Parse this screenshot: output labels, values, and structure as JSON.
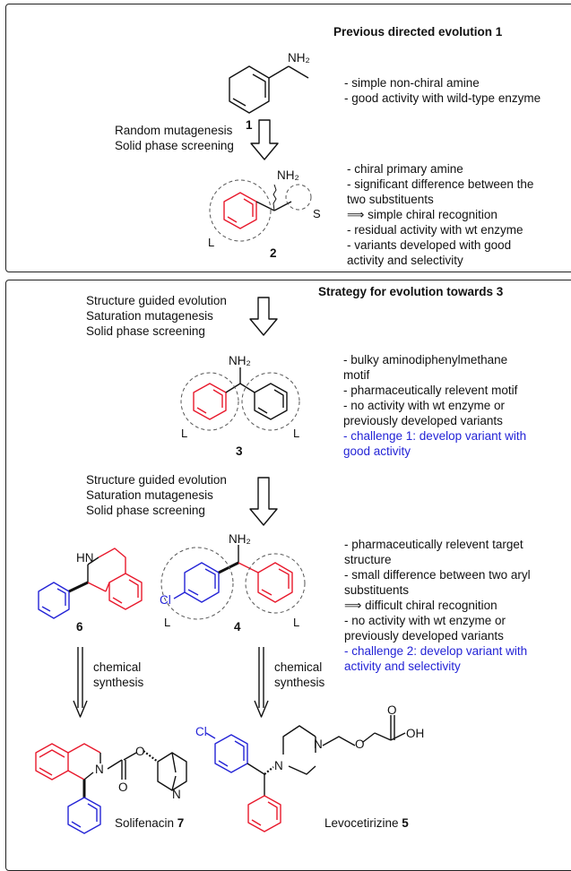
{
  "panel1": {
    "header": "Previous directed evolution 1",
    "step": [
      "Random mutagenesis",
      "Solid phase screening"
    ],
    "compound1": {
      "number": "1",
      "label_nh2": "NH₂"
    },
    "compound1_notes": [
      "- simple non-chiral amine",
      "- good activity with wild-type enzyme"
    ],
    "compound2": {
      "number": "2",
      "label_nh2": "NH₂",
      "label_L": "L",
      "label_S": "S"
    },
    "compound2_notes": [
      "- chiral primary amine",
      "- significant difference between the",
      "two substituents",
      "⟹ simple chiral recognition",
      "- residual activity with wt enzyme",
      "- variants developed with good",
      "activity and selectivity"
    ]
  },
  "panel2": {
    "header": "Strategy for evolution towards 3",
    "step1": [
      "Structure guided evolution",
      "Saturation mutagenesis",
      "Solid phase screening"
    ],
    "compound3": {
      "number": "3",
      "label_nh2": "NH₂",
      "label_L1": "L",
      "label_L2": "L"
    },
    "compound3_notes": [
      "- bulky aminodiphenylmethane",
      "motif",
      "- pharmaceutically relevent motif",
      "- no activity with wt enzyme or",
      "previously developed variants"
    ],
    "challenge1": [
      "- challenge 1: develop variant with",
      "good activity"
    ],
    "step2": [
      "Structure guided evolution",
      "Saturation mutagenesis",
      "Solid phase screening"
    ],
    "compound4": {
      "number": "4",
      "label_nh2": "NH₂",
      "label_cl": "Cl",
      "label_L1": "L",
      "label_L2": "L"
    },
    "compound6": {
      "number": "6",
      "label_hn": "HN"
    },
    "compound4_notes": [
      "- pharmaceutically relevent target",
      "structure",
      "- small difference between two aryl",
      "substituents",
      "⟹ difficult chiral recognition",
      "- no activity with wt enzyme or",
      "previously developed variants"
    ],
    "challenge2": [
      "- challenge 2: develop variant with",
      "activity and selectivity"
    ],
    "synthesis_left": [
      "chemical",
      "synthesis"
    ],
    "synthesis_right": [
      "chemical",
      "synthesis"
    ],
    "solifenacin": {
      "name": "Solifenacin ",
      "number": "7",
      "label_n1": "N",
      "label_o1": "O",
      "label_o2": "O",
      "label_n2": "N"
    },
    "levocetirizine": {
      "name": "Levocetirizine ",
      "number": "5",
      "label_cl": "Cl",
      "label_n1": "N",
      "label_n2": "N",
      "label_o1": "O",
      "label_o2": "O",
      "label_oh": "OH"
    }
  },
  "colors": {
    "red": "#e8192c",
    "blue": "#2424d6",
    "ink": "#111111"
  }
}
